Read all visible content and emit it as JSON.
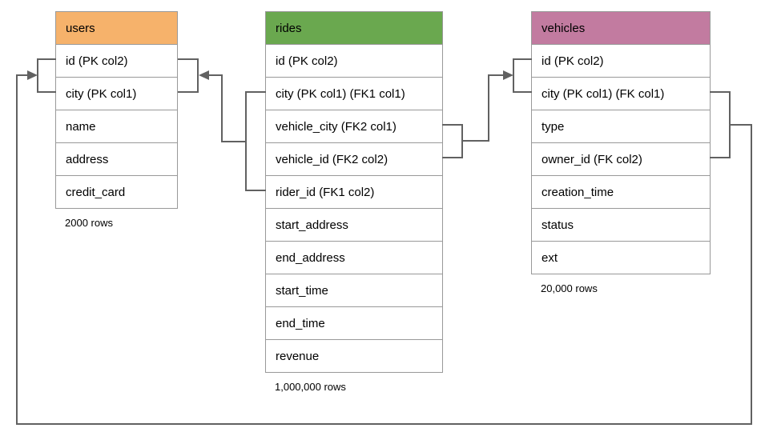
{
  "diagram": {
    "title": "database schema diagram",
    "colors": {
      "line": "#616161",
      "border": "#999999",
      "text": "#000000",
      "bg": "#ffffff"
    }
  },
  "tables": [
    {
      "name": "users",
      "header_color": "#F6B26B",
      "rows": [
        "id (PK col2)",
        "city (PK col1)",
        "name",
        "address",
        "credit_card"
      ],
      "row_count": "2000 rows"
    },
    {
      "name": "rides",
      "header_color": "#6AA84F",
      "rows": [
        "id (PK col2)",
        "city (PK col1) (FK1 col1)",
        "vehicle_city (FK2 col1)",
        "vehicle_id (FK2 col2)",
        "rider_id (FK1 col2)",
        "start_address",
        "end_address",
        "start_time",
        "end_time",
        "revenue"
      ],
      "row_count": "1,000,000 rows"
    },
    {
      "name": "vehicles",
      "header_color": "#C27BA0",
      "rows": [
        "id (PK col2)",
        "city (PK col1) (FK col1)",
        "type",
        "owner_id (FK col2)",
        "creation_time",
        "status",
        "ext"
      ],
      "row_count": "20,000 rows"
    }
  ],
  "relationships": [
    {
      "from_table": "rides",
      "from_columns": [
        "city (FK1 col1)",
        "rider_id (FK1 col2)"
      ],
      "to_table": "users",
      "to_columns": [
        "id (PK col2)",
        "city (PK col1)"
      ],
      "arrow_points_to": "users"
    },
    {
      "from_table": "rides",
      "from_columns": [
        "vehicle_city (FK2 col1)",
        "vehicle_id (FK2 col2)"
      ],
      "to_table": "vehicles",
      "to_columns": [
        "id (PK col2)",
        "city (PK col1)"
      ],
      "arrow_points_to": "vehicles"
    },
    {
      "from_table": "vehicles",
      "from_columns": [
        "city (FK col1)",
        "owner_id (FK col2)"
      ],
      "to_table": "users",
      "to_columns": [
        "id (PK col2)",
        "city (PK col1)"
      ],
      "arrow_points_to": "users"
    }
  ]
}
